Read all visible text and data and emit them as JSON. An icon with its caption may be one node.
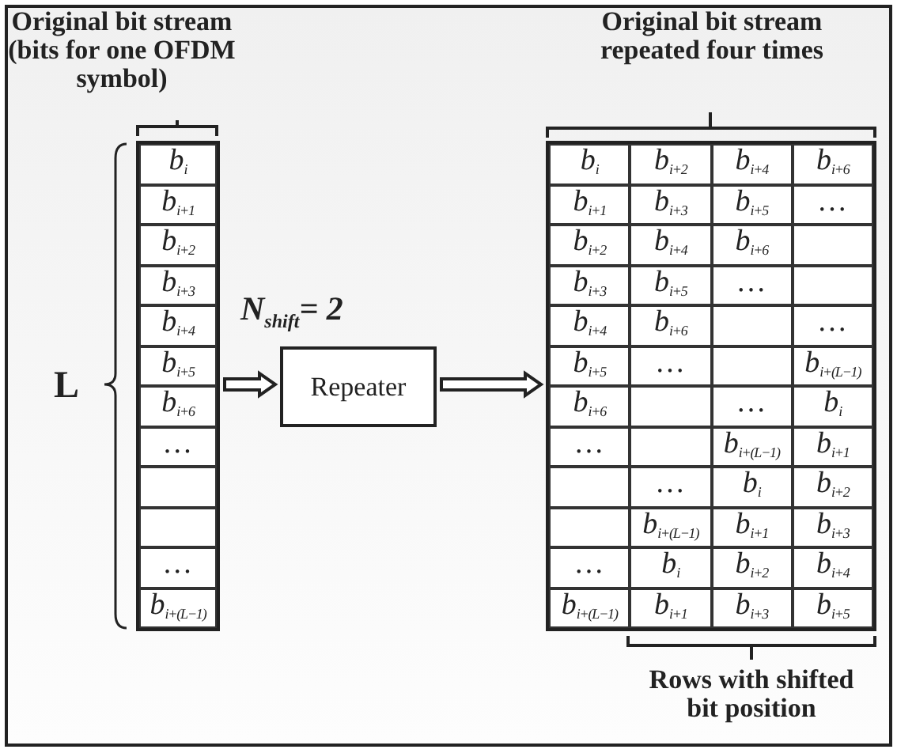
{
  "diagram": {
    "nodes": [
      {
        "text": [],
        "shape": "box"
      },
      {
        "text": [
          "Repeater"
        ]
      },
      {
        "text": [],
        "shape": "box"
      }
    ],
    "edges": [
      {
        "from": 0,
        "to": 1,
        "arrow": "to"
      },
      {
        "from": 1,
        "to": 2,
        "arrow": "to"
      }
    ],
    "labels": [
      "Original bit stream (bits for one OFDM symbol)",
      "Original bit stream repeated four times",
      "b$_{i}$",
      "b$_{i+1}$",
      "b$_{i+2}$",
      "b$_{i+3}$",
      "b$_{i+4}$",
      "b$_{i+5}$",
      "b$_{i+6}$",
      "…",
      "…",
      "b$_{i+(L−1)}$",
      "L",
      "N$_{shift}$= 2",
      "b$_{i}$",
      "b$_{i+2}$",
      "b$_{i+4}$",
      "b$_{i+6}$",
      "b$_{i+1}$",
      "b$_{i+3}$",
      "b$_{i+5}$",
      "…",
      "b$_{i+2}$",
      "b$_{i+4}$",
      "b$_{i+6}$",
      "b$_{i+3}$",
      "b$_{i+5}$",
      "…",
      "b$_{i+4}$",
      "b$_{i+6}$",
      "…",
      "b$_{i+5}$",
      "…",
      "b$_{i+(L−1)}$",
      "b$_{i+6}$",
      "…",
      "b$_{i}$",
      "…",
      "b$_{i+(L−1)}$",
      "b$_{i+1}$",
      "…",
      "b$_{i}$",
      "b$_{i+2}$",
      "b$_{i+(L−1)}$",
      "b$_{i+1}$",
      "b$_{i+3}$",
      "…",
      "b$_{i}$",
      "b$_{i+2}$",
      "b$_{i+4}$",
      "b$_{i+(L−1)}$",
      "b$_{i+1}$",
      "b$_{i+3}$",
      "b$_{i+5}$",
      "Rows with shifted bit position"
    ]
  }
}
